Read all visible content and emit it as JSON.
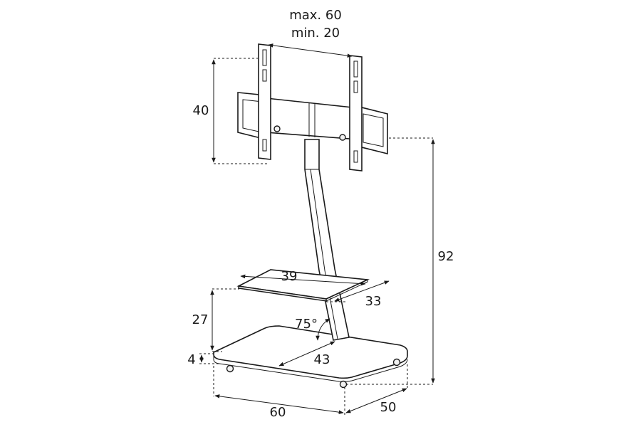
{
  "diagram": {
    "vesa_width_max": "max. 60",
    "vesa_width_min": "min. 20",
    "bracket_height": "40",
    "total_height": "92",
    "shelf_width": "39",
    "shelf_depth": "33",
    "shelf_height": "27",
    "column_angle": "75°",
    "base_thickness": "4",
    "base_inner_width": "43",
    "base_width": "60",
    "base_depth": "50"
  }
}
